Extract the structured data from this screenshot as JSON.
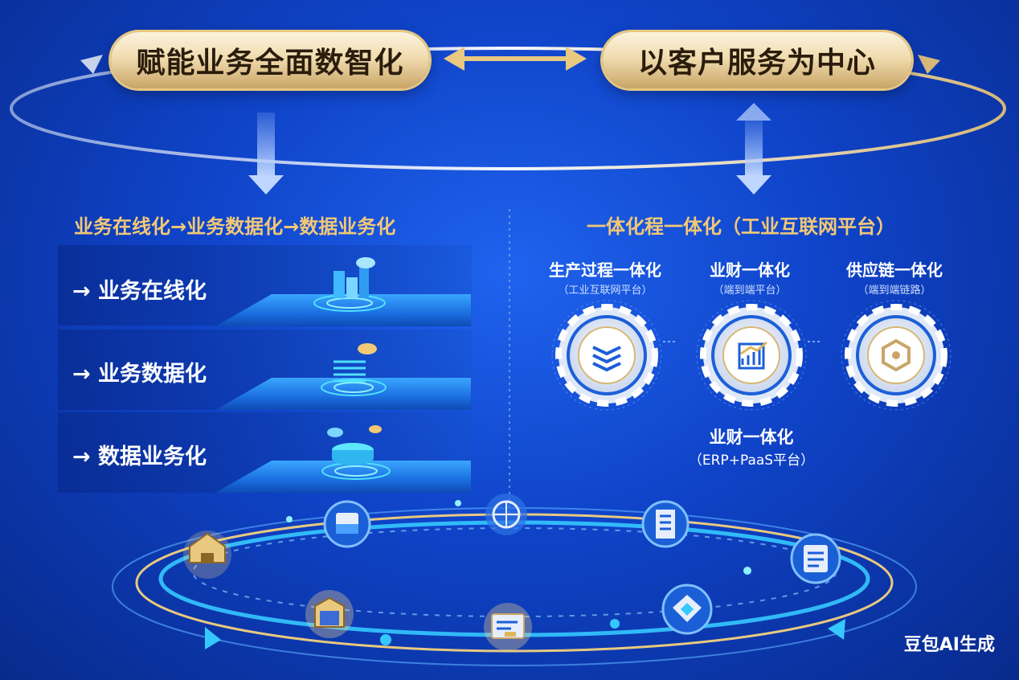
{
  "top": {
    "left_pill": "赋能业务全面数智化",
    "right_pill": "以客户服务为中心"
  },
  "left_section": {
    "title": "业务在线化→业务数据化→数据业务化",
    "steps": [
      {
        "label": "→ 业务在线化"
      },
      {
        "label": "→ 业务数据化"
      },
      {
        "label": "→ 数据业务化"
      }
    ]
  },
  "right_section": {
    "title": "一体化程一体化（工业互联网平台）",
    "gears": [
      {
        "title": "生产过程一体化",
        "subtitle": "（工业互联网平台）"
      },
      {
        "title": "业财一体化",
        "subtitle": "（端到端平台）"
      },
      {
        "title": "供应链一体化",
        "subtitle": "（端到端链路）"
      }
    ],
    "center_label": "业财一体化",
    "center_sub": "（ERP+PaaS平台）"
  },
  "watermark": "豆包AI生成",
  "colors": {
    "gold": "#f2c876",
    "blue_bg": "#0f43c8",
    "cyan_glow": "#35c8ff"
  }
}
